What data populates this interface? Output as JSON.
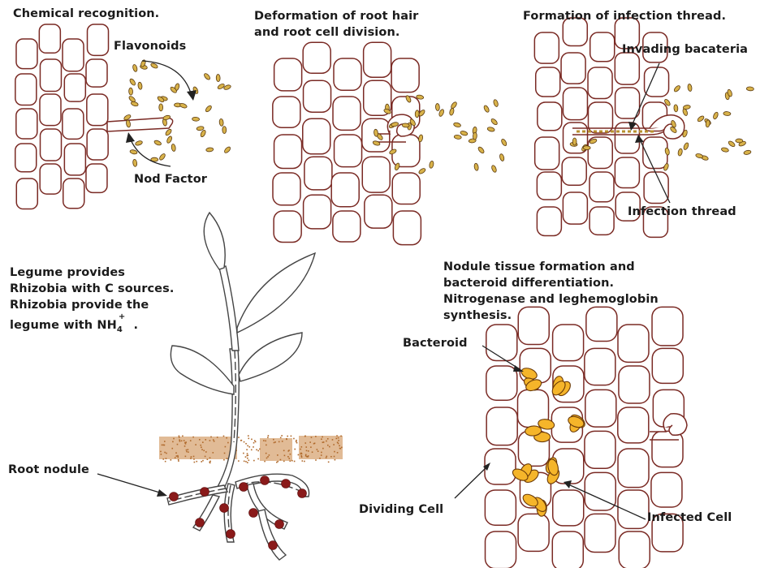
{
  "panels": {
    "chemical_recognition": {
      "title": "Chemical recognition.",
      "flavonoids": "Flavonoids",
      "nod_factor": "Nod Factor"
    },
    "deformation": {
      "title_line1": "Deformation of root hair",
      "title_line2": "and root cell division."
    },
    "infection_thread": {
      "title": "Formation of infection thread.",
      "invading": "Invading bacateria",
      "thread": "Infection thread"
    },
    "legume": {
      "line1": "Legume provides",
      "line2": "Rhizobia with C sources.",
      "line3": "Rhizobia provide the",
      "line4_prefix": "legume with NH",
      "line4_sub": "4",
      "line4_sup": "+",
      "line4_suffix": " .",
      "root_nodule": "Root nodule"
    },
    "nodule": {
      "line1": "Nodule tissue formation and",
      "line2": "bacteroid differentiation.",
      "line3": "Nitrogenase and leghemoglobin",
      "line4": "synthesis.",
      "bacteroid": "Bacteroid",
      "dividing_cell": "Dividing Cell",
      "infected_cell": "Infected Cell"
    }
  },
  "colors": {
    "cell_outline": "#7a2a24",
    "bacteria": "#d8b24a",
    "bacteroid": "#f5b52a",
    "nodule": "#8a1a1a",
    "soil": "#c9833f"
  }
}
